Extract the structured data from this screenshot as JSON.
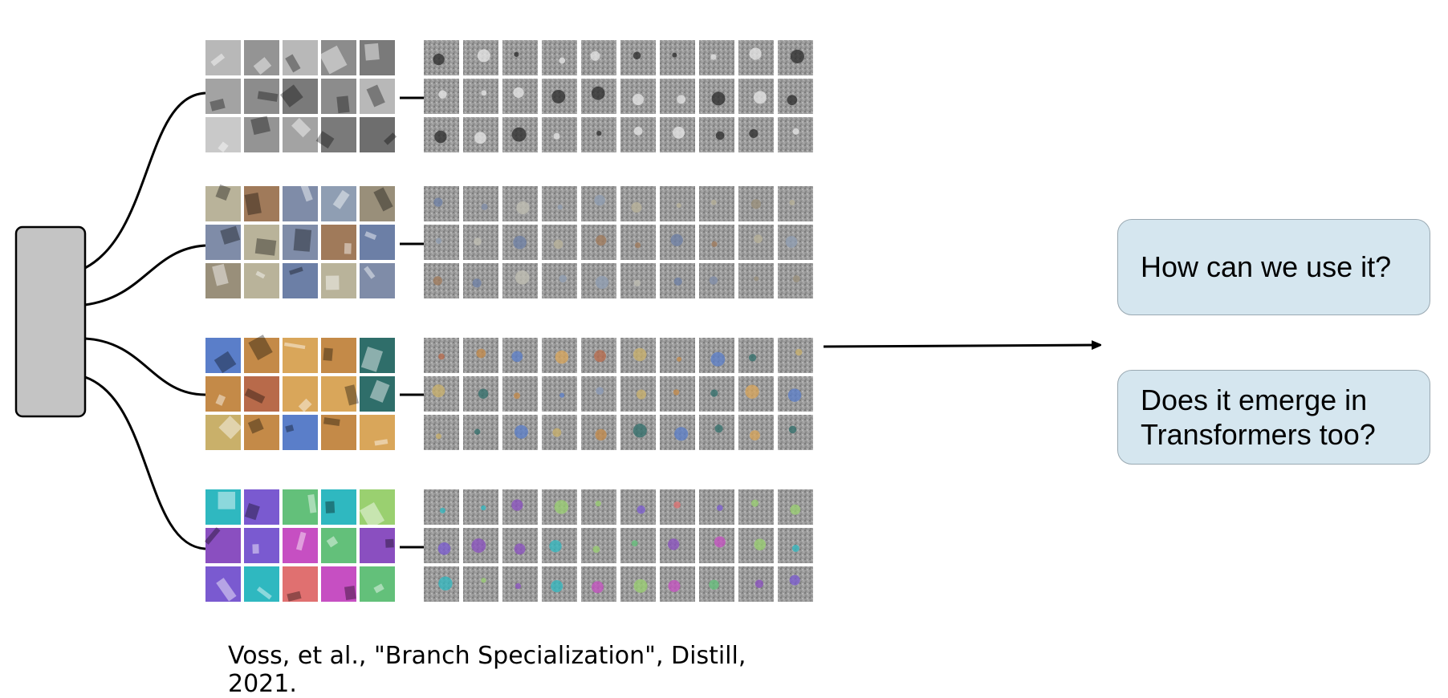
{
  "diagram": {
    "branch_count": 4,
    "branches": [
      {
        "name": "branch-1",
        "first_layer_grid": [
          5,
          3
        ],
        "second_layer_grid": [
          10,
          3
        ],
        "theme": "grayscale-frequency"
      },
      {
        "name": "branch-2",
        "first_layer_grid": [
          5,
          3
        ],
        "second_layer_grid": [
          10,
          3
        ],
        "theme": "muted-color-gabor"
      },
      {
        "name": "branch-3",
        "first_layer_grid": [
          5,
          3
        ],
        "second_layer_grid": [
          10,
          3
        ],
        "theme": "color-blobs"
      },
      {
        "name": "branch-4",
        "first_layer_grid": [
          5,
          3
        ],
        "second_layer_grid": [
          10,
          3
        ],
        "theme": "vivid-color-blobs"
      }
    ],
    "colors": {
      "module_fill": "#c4c4c4",
      "stroke": "#000000",
      "callout_fill": "#d5e6ef",
      "callout_border": "#9aa9b2"
    }
  },
  "callouts": {
    "q1": "How can we use it?",
    "q2": "Does it emerge in\nTransformers too?"
  },
  "citation": "Voss, et al., \"Branch Specialization\", Distill, 2021."
}
